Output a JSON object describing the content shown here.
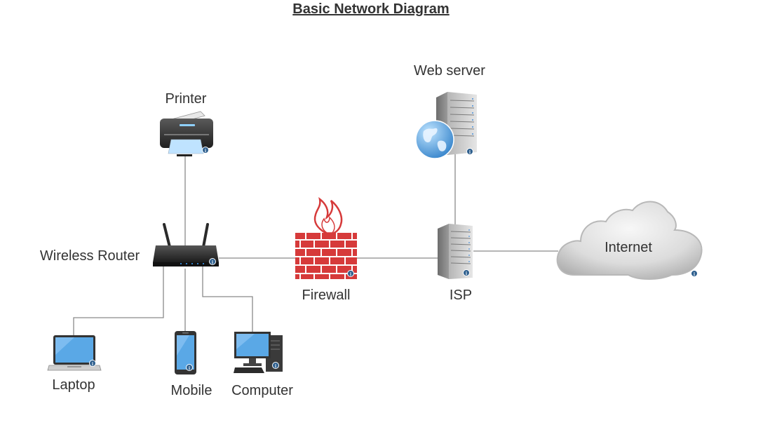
{
  "diagram": {
    "title": "Basic Network Diagram",
    "nodes": {
      "printer": "Printer",
      "web_server": "Web server",
      "wireless_router": "Wireless Router",
      "firewall": "Firewall",
      "isp": "ISP",
      "internet": "Internet",
      "laptop": "Laptop",
      "mobile": "Mobile",
      "computer": "Computer"
    },
    "connections": [
      [
        "printer",
        "wireless_router"
      ],
      [
        "wireless_router",
        "firewall"
      ],
      [
        "firewall",
        "isp"
      ],
      [
        "web_server",
        "isp"
      ],
      [
        "isp",
        "internet"
      ],
      [
        "wireless_router",
        "laptop"
      ],
      [
        "wireless_router",
        "mobile"
      ],
      [
        "wireless_router",
        "computer"
      ]
    ],
    "colors": {
      "line": "#8a8a8a",
      "info_badge": "#2e5f8e",
      "firewall_brick": "#d63a3a",
      "screen": "#5aa8e6"
    },
    "icons": {
      "printer": "printer-icon",
      "web_server": "web-server-icon",
      "wireless_router": "wireless-router-icon",
      "firewall": "firewall-icon",
      "isp": "server-icon",
      "internet": "cloud-icon",
      "laptop": "laptop-icon",
      "mobile": "mobile-phone-icon",
      "computer": "desktop-computer-icon"
    }
  }
}
